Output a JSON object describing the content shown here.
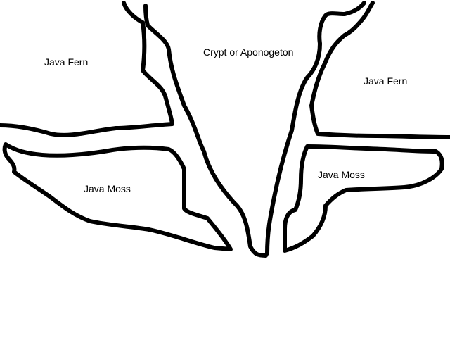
{
  "colors": {
    "background": "#ffffff",
    "ink": "#000000"
  },
  "labels": {
    "java_fern_left": "Java Fern",
    "center": "Crypt or Aponogeton",
    "java_fern_right": "Java Fern",
    "java_moss_left": "Java Moss",
    "java_moss_right": "Java Moss"
  }
}
